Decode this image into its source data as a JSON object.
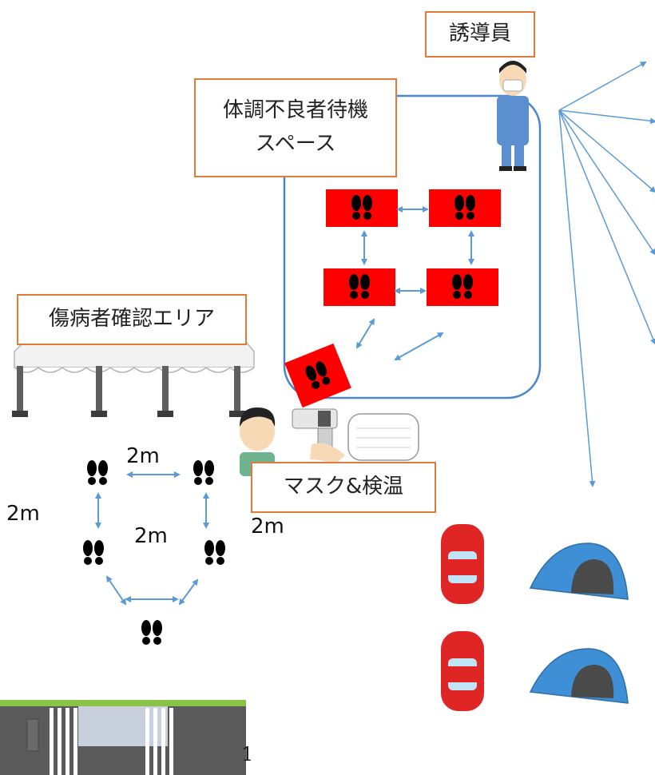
{
  "labels": {
    "guide": "誘導員",
    "sick_wait_line1": "体調不良者待機",
    "sick_wait_line2": "スペース",
    "injury_area": "傷病者確認エリア",
    "mask_temp": "マスク&検温"
  },
  "distance_label": "2m",
  "page_number": "1",
  "colors": {
    "accent_border": "#e07b39",
    "mat_red": "#ff0000",
    "arrow_blue": "#5b9bd5",
    "area_outline": "#4a86c8"
  },
  "icons": [
    "footprints-icon",
    "guide-person-icon",
    "tent-canopy-icon",
    "person-icon",
    "thermometer-gun-icon",
    "mask-icon",
    "car-icon",
    "dome-tent-icon",
    "gate-icon"
  ]
}
